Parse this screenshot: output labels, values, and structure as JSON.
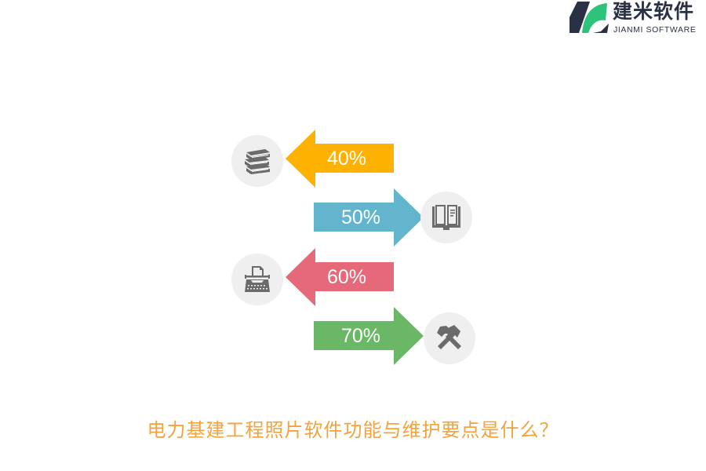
{
  "logo": {
    "name_cn": "建米软件",
    "name_en": "JIANMI SOFTWARE",
    "colors": {
      "dark": "#2b3145",
      "green": "#2ec37a"
    }
  },
  "items": [
    {
      "label": "40%",
      "value": 40,
      "direction": "left",
      "color": "#fdb100",
      "icon": "books-stack-icon"
    },
    {
      "label": "50%",
      "value": 50,
      "direction": "right",
      "color": "#62b5cc",
      "icon": "open-book-icon"
    },
    {
      "label": "60%",
      "value": 60,
      "direction": "left",
      "color": "#e6697a",
      "icon": "typewriter-icon"
    },
    {
      "label": "70%",
      "value": 70,
      "direction": "right",
      "color": "#6ab866",
      "icon": "crossed-hammers-icon"
    }
  ],
  "title": "电力基建工程照片软件功能与维护要点是什么？",
  "icon_circle_color": "#efefef",
  "icon_color": "#6b6b6b",
  "title_color": "#f5a23c"
}
